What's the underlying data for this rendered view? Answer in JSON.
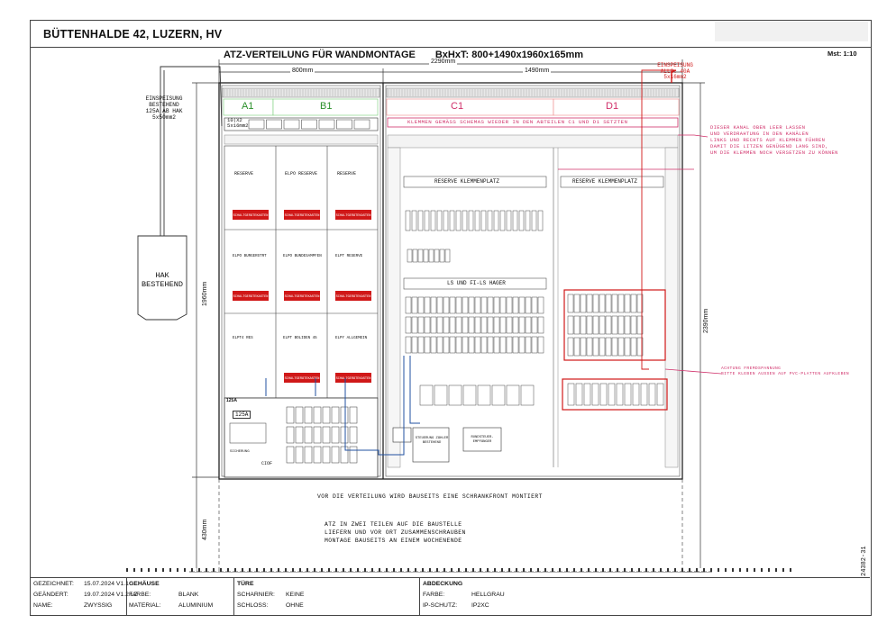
{
  "header": {
    "project": "BÜTTENHALDE 42, LUZERN, HV",
    "title": "ATZ-VERTEILUNG FÜR WANDMONTAGE",
    "dimensions": "BxHxT: 800+1490x1960x165mm",
    "scale": "Mst: 1:10"
  },
  "dims": {
    "overall_width": "2290mm",
    "width_left": "800mm",
    "width_right": "1490mm",
    "height_cabinet": "1960mm",
    "height_total": "2390mm",
    "height_bottom": "430mm"
  },
  "sections": {
    "a1": "A1",
    "b1": "B1",
    "c1": "C1",
    "d1": "D1"
  },
  "left_panel": {
    "terminal": "10|X2",
    "terminal_sub": "5x16mm2",
    "reserve_1": "RESERVE",
    "reserve_2": "ELPO RESERVE",
    "reserve_3": "RESERVE",
    "meter_row2_1": "ELPO BURGERSTRT",
    "meter_row2_2": "ELPO BUNDESAMPFEN",
    "meter_row2_3": "ELPT RESERVE",
    "meter_row3_1": "ELPT4  RES",
    "meter_row3_2": "ELPT BOLIDEN 45",
    "meter_row3_3": "ELPY ALLGEMEIN",
    "red_label": "SCHALTGERÄTEKASTEN",
    "rating": "125A",
    "main_fuse": "125A",
    "meter_small": "CIOF",
    "sicherung": "SICHERUNG"
  },
  "feed_left": {
    "line1": "EINSPEISUNG",
    "line2": "BESTEHEND",
    "line3": "125A AB HAK",
    "line4": "5x50mm2"
  },
  "hak": {
    "line1": "HAK",
    "line2": "BESTEHEND"
  },
  "feed_right": {
    "line1": "EINSPEISUNG",
    "line2": "ALLG. 40A",
    "line3": "5x16mm2"
  },
  "right_panel": {
    "klemmen_note": "KLEMMEN GEMÄSS SCHEMAS WIEDER IN DEN ABTEILEN C1 UND D1 SETZTEN",
    "reserve_c1": "RESERVE KLEMMENPLATZ",
    "reserve_d1": "RESERVE KLEMMENPLATZ",
    "ls_hager": "LS UND FI-LS HAGER",
    "steuerung": "STEUERUNG ZÄHLER BESTEHEND",
    "rundsteuer": "RUNDSTEUER-EMPFÄNGER"
  },
  "notes": {
    "kanal": [
      "DIESER KANAL OBEN LEER LASSEN",
      "UND VERDRAHTUNG IN DEN KANÄLEN",
      "LINKS UND RECHTS AUF KLEMMEN FÜHREN",
      "DAMIT DIE LITZEN GENÜGEND LANG SIND,",
      "UM DIE KLEMMEN NOCH VERSETZEN ZU KÖNNEN"
    ],
    "fremdspannung": [
      "ACHTUNG FREMDSPANNUNG",
      "BITTE KLEBEN AUSSEN AUF PVC-PLATTEN AUFKLEBEN"
    ],
    "schrankfront": "VOR DIE VERTEILUNG WIRD BAUSEITS EINE SCHRANKFRONT MONTIERT",
    "baustelle": [
      "ATZ IN ZWEI TEILEN AUF DIE BAUSTELLE",
      "LIEFERN UND VOR ORT ZUSAMMENSCHRAUBEN",
      "MONTAGE BAUSEITS AN EINEM WOCHENENDE"
    ],
    "drawing_no": "24382-31"
  },
  "footer": {
    "gezeichnet_label": "GEZEICHNET:",
    "gezeichnet_value": "15.07.2024 V1.1",
    "geaendert_label": "GEÄNDERT:",
    "geaendert_value": "19.07.2024 V1.2 LZ",
    "name_label": "NAME:",
    "name_value": "ZWYSSIG",
    "gehaeuse_head": "GEHÄUSE",
    "farbe_label": "FARBE:",
    "farbe_value": "BLANK",
    "material_label": "MATERIAL:",
    "material_value": "ALUMINIUM",
    "tuere_head": "TÜRE",
    "scharnier_label": "SCHARNIER:",
    "scharnier_value": "KEINE",
    "schloss_label": "SCHLOSS:",
    "schloss_value": "OHNE",
    "abdeckung_head": "ABDECKUNG",
    "abd_farbe_label": "FARBE:",
    "abd_farbe_value": "HELLGRAU",
    "ip_label": "IP-SCHUTZ:",
    "ip_value": "IP2XC"
  },
  "colors": {
    "red": "#d01818",
    "pink": "#d0306a",
    "blue": "#2050a0",
    "line": "#333333"
  }
}
